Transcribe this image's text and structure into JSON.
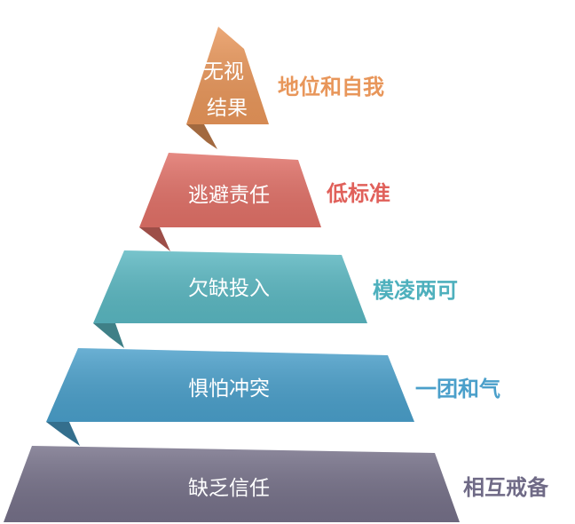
{
  "tiers": [
    {
      "name": "top",
      "lines": [
        "无视",
        "结果"
      ],
      "label": "地位和自我",
      "color": "#e8965a",
      "label_color": "#e8965a"
    },
    {
      "name": "second",
      "lines": [
        "逃避责任"
      ],
      "label": "低标准",
      "color": "#e07067",
      "label_color": "#e0605a"
    },
    {
      "name": "third",
      "lines": [
        "欠缺投入"
      ],
      "label": "模凌两可",
      "color": "#5ab7c1",
      "label_color": "#4eb0bd"
    },
    {
      "name": "fourth",
      "lines": [
        "惧怕冲突"
      ],
      "label": "一团和气",
      "color": "#4a9fca",
      "label_color": "#4a9fca"
    },
    {
      "name": "bottom",
      "lines": [
        "缺乏信任"
      ],
      "label": "相互戒备",
      "color": "#757088",
      "label_color": "#6f6a86"
    }
  ]
}
